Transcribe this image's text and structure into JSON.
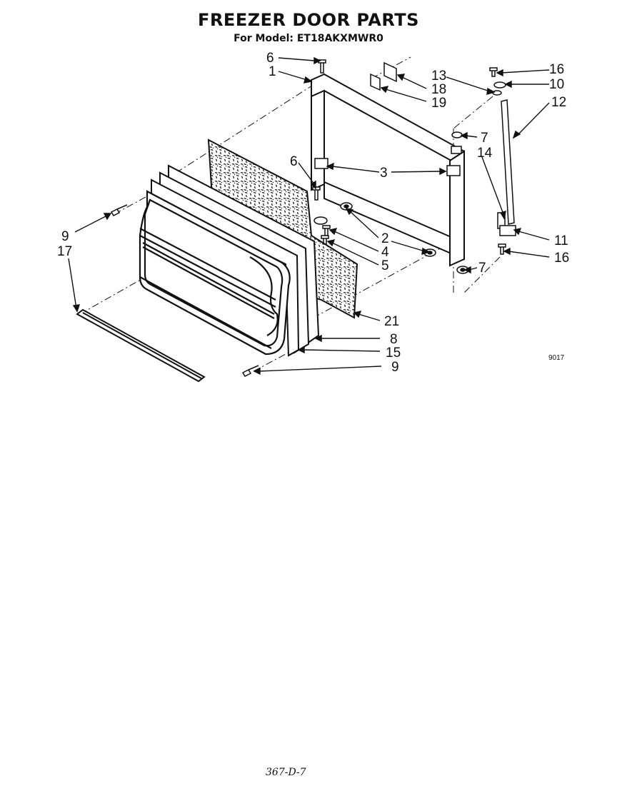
{
  "title": "FREEZER DOOR PARTS",
  "subtitle": "For Model: ET18AKXMWR0",
  "part_labels": [
    "1",
    "2",
    "3",
    "4",
    "5",
    "6",
    "6",
    "7",
    "7",
    "8",
    "9",
    "9",
    "10",
    "11",
    "12",
    "13",
    "14",
    "15",
    "16",
    "16",
    "17",
    "18",
    "19",
    "21"
  ],
  "diagram_code": "9017",
  "footer": "367-D-7"
}
